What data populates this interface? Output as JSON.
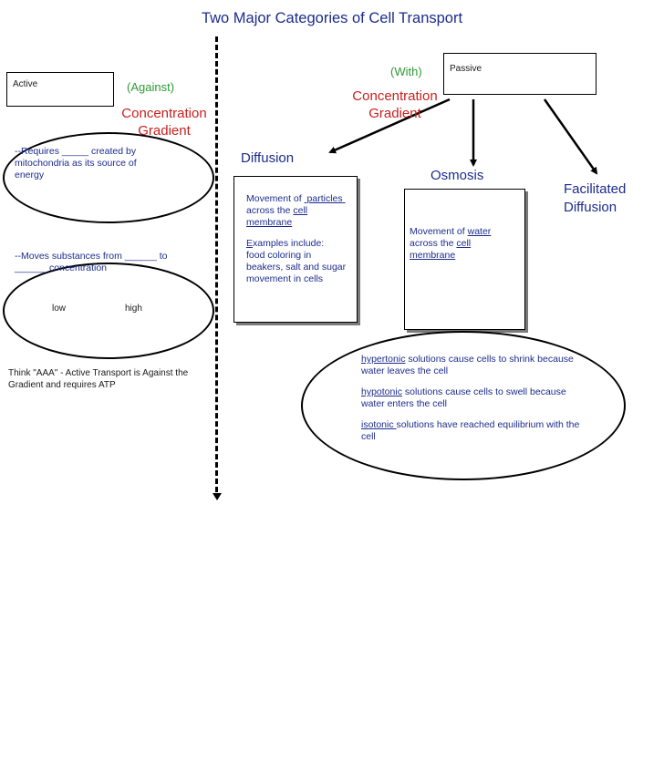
{
  "title": "Two Major Categories of Cell Transport",
  "active": {
    "label": "Active",
    "direction": "(Against)",
    "gradient_line1": "Concentration",
    "gradient_line2": "Gradient",
    "ellipse1_text": "--Requires _____ created by mitochondria as its source of energy",
    "ellipse2_text": "--Moves substances from ______ to ______ concentration",
    "low_label": "low",
    "high_label": "high",
    "mnemonic": "Think \"AAA\" - Active Transport is Against the Gradient and requires ATP"
  },
  "passive": {
    "label": "Passive",
    "direction": "(With)",
    "gradient_line1": "Concentration",
    "gradient_line2": "Gradient",
    "diffusion": {
      "heading": "Diffusion",
      "line1_prefix": "Movement of ",
      "line1_fill": "particles",
      "line2_prefix": "across the ",
      "line2_fill": "cell",
      "line3_fill": "membrane",
      "examples_first": "E",
      "examples_rest": "xamples include:",
      "ex_line1": "food coloring in",
      "ex_line2": "beakers, salt and sugar",
      "ex_line3": "movement in cells"
    },
    "osmosis": {
      "heading": "Osmosis",
      "line1_prefix": "Movement of ",
      "line1_fill": "water",
      "line2_prefix": "across the ",
      "line2_fill": "cell",
      "line3_fill": "membrane"
    },
    "facilitated": {
      "line1": "Facilitated",
      "line2": "Diffusion"
    },
    "tonicity": {
      "hyper_word": "hypertonic",
      "hyper_rest": " solutions cause cells to shrink because",
      "hyper_line2": "water leaves the cell",
      "hypo_word": "hypotonic",
      "hypo_rest": " solutions cause cells to swell because",
      "hypo_line2": "water enters the cell",
      "iso_word": "isotonic ",
      "iso_rest": "solutions have reached equilibrium with the",
      "iso_line2": "cell"
    }
  }
}
